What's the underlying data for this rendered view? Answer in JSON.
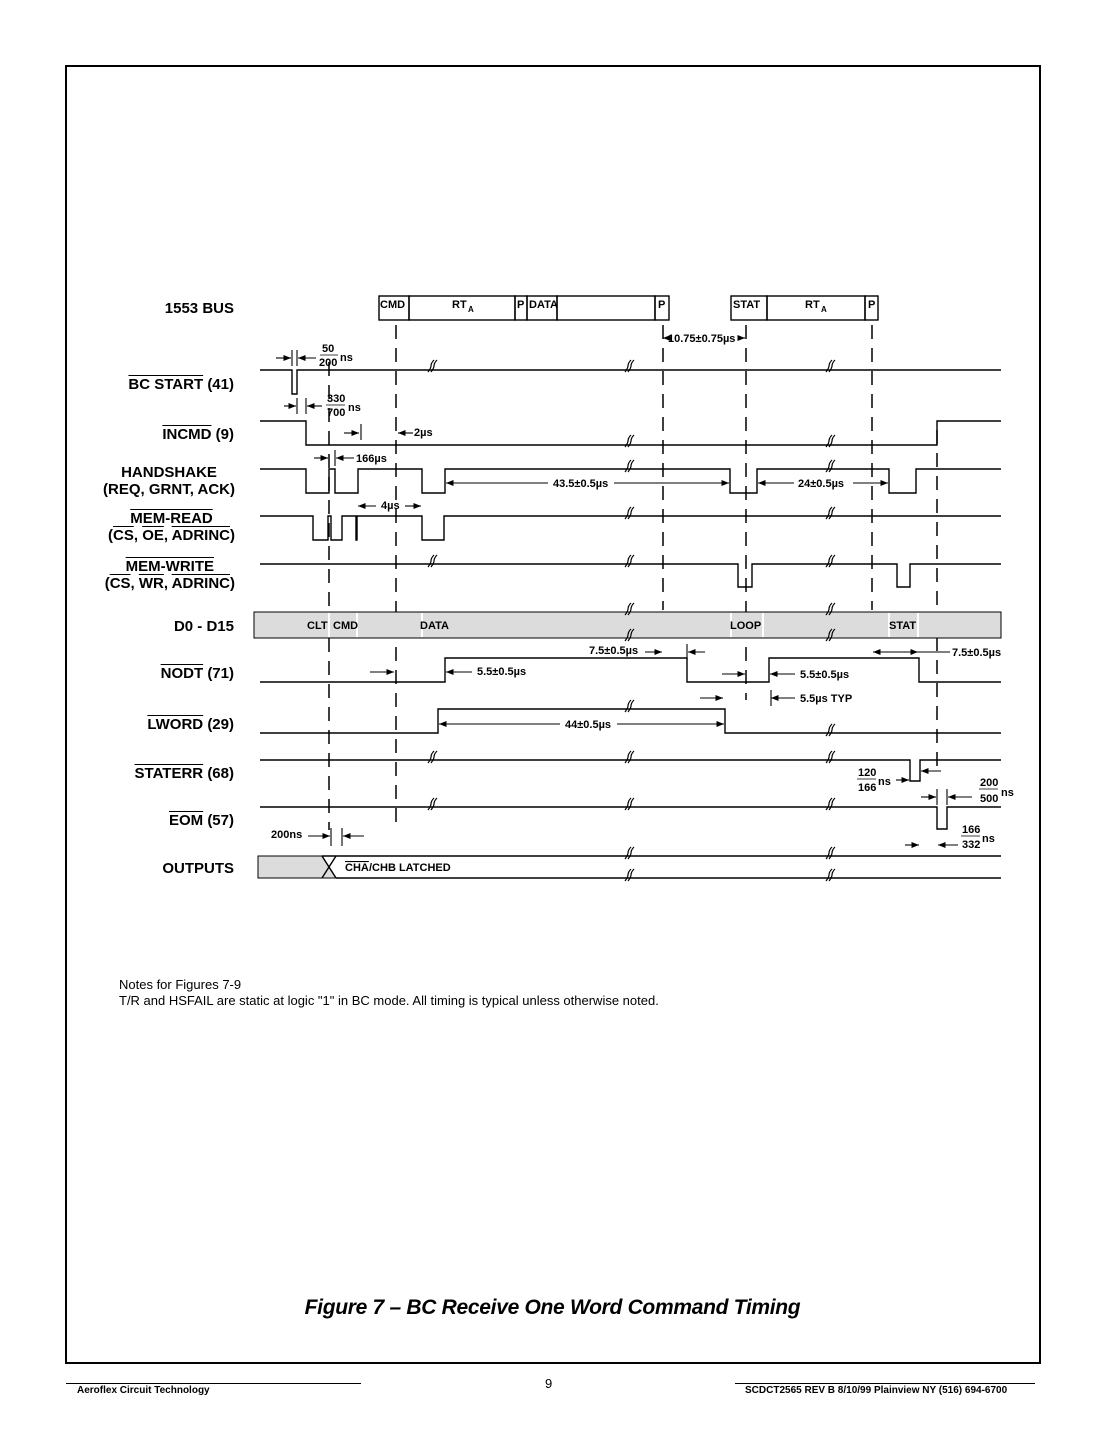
{
  "signals": {
    "bus": "1553 BUS",
    "bc_start": {
      "name": "BC START",
      "pin": "(41)"
    },
    "incmd": {
      "name": "INCMD",
      "pin": "(9)"
    },
    "handshake": {
      "line1": "HANDSHAKE",
      "line2": "(REQ, GRNT, ACK)"
    },
    "mem_read": {
      "line1": "MEM-READ",
      "open": "(",
      "cs": "CS",
      "sep1": ", ",
      "oe": "OE",
      "sep2": ", ",
      "adrinc": "ADRINC",
      "close": ")"
    },
    "mem_write": {
      "line1": "MEM-WRITE",
      "open": "(",
      "cs": "CS",
      "sep1": ", ",
      "wr": "WR",
      "sep2": ", ",
      "adrinc": "ADRINC",
      "close": ")"
    },
    "data_bus": "D0 - D15",
    "nodt": {
      "name": "NODT",
      "pin": "(71)"
    },
    "lword": {
      "name": "LWORD",
      "pin": "(29)"
    },
    "staterr": {
      "name": "STATERR",
      "pin": "(68)"
    },
    "eom": {
      "name": "EOM",
      "pin": "(57)"
    },
    "outputs": "OUTPUTS"
  },
  "bus_fields": {
    "cmd": "CMD",
    "rt": "RT",
    "rt_sub": "A",
    "p": "P",
    "data": "DATA",
    "stat": "STAT"
  },
  "data_fields": {
    "clt": "CLT",
    "cmd": "CMD",
    "data": "DATA",
    "loop": "LOOP",
    "stat": "STAT"
  },
  "timing": {
    "t50": "50",
    "t200": "200",
    "ns": "ns",
    "t330": "330",
    "t700": "700",
    "t2us": "2µs",
    "t166us": "166µs",
    "t4us": "4µs",
    "t10_75": "10.75±0.75µs",
    "t43_5": "43.5±0.5µs",
    "t24": "24±0.5µs",
    "t7_5a": "7.5±0.5µs",
    "t7_5b": "7.5±0.5µs",
    "t5_5a": "5.5±0.5µs",
    "t5_5b": "5.5±0.5µs",
    "t5_5typ": "5.5µs TYP",
    "t44": "44±0.5µs",
    "t120": "120",
    "t166": "166",
    "t200b": "200",
    "t500": "500",
    "t166b": "166",
    "t332": "332",
    "t200ns": "200ns",
    "latched_cha": "CHA",
    "latched_rest": "/CHB LATCHED"
  },
  "notes": {
    "title": "Notes for Figures 7-9",
    "text": "T/R and HSFAIL are static at logic \"1\" in BC mode. All timing is typical unless otherwise noted."
  },
  "caption": "Figure 7 – BC Receive One Word Command Timing",
  "footer": {
    "company": "Aeroflex Circuit Technology",
    "page": "9",
    "doc": "SCDCT2565 REV B  8/10/99  Plainview NY (516) 694-6700"
  },
  "colors": {
    "bus_fill": "#dcdcdc",
    "ink": "#000000"
  }
}
